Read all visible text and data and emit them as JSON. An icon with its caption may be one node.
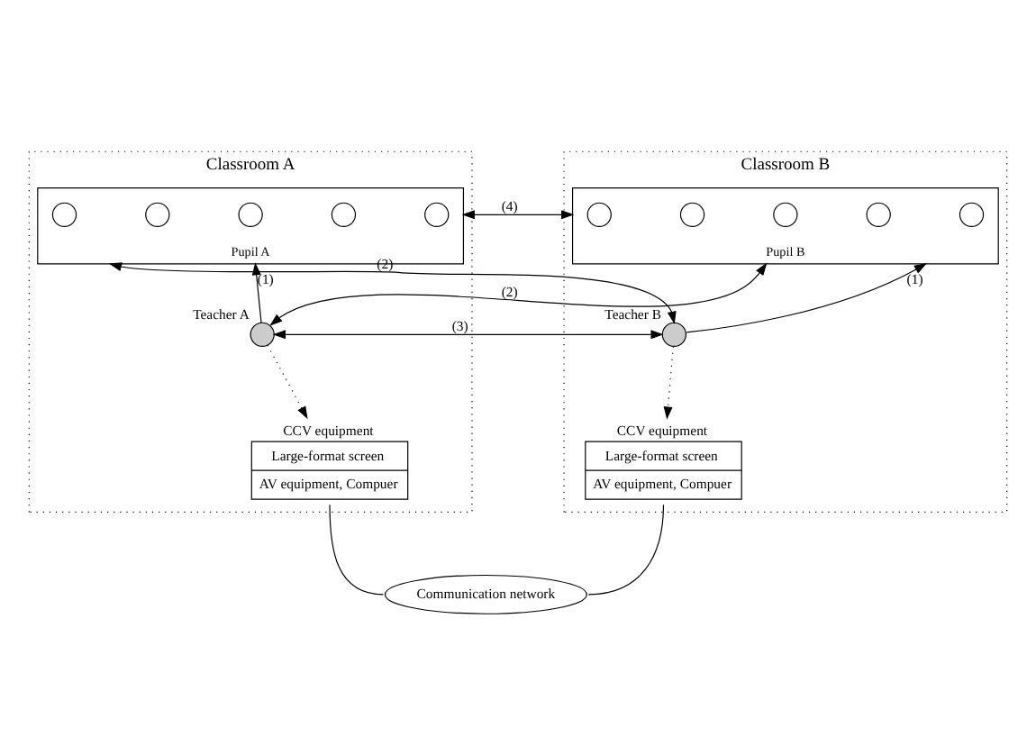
{
  "diagram": {
    "nodes": [
      {
        "text": [
          "Classroom A"
        ]
      },
      {
        "text": [
          "Pupil A"
        ],
        "in": 0
      },
      {
        "text": [],
        "shape": "circle",
        "in": 1
      },
      {
        "text": [],
        "shape": "circle",
        "in": 1
      },
      {
        "text": [],
        "shape": "circle",
        "in": 1
      },
      {
        "text": [],
        "shape": "circle",
        "in": 1
      },
      {
        "text": [],
        "shape": "circle",
        "in": 1
      },
      {
        "text": [],
        "shape": "circle",
        "beside": [
          "Teacher A"
        ],
        "in": 0
      },
      {
        "text": [
          "CCV equipment",
          "Large-format screen",
          "AV equipment, Compuer"
        ],
        "in": 0
      },
      {
        "text": [
          "Classroom B"
        ]
      },
      {
        "text": [
          "Pupil B"
        ],
        "in": 9
      },
      {
        "text": [],
        "shape": "circle",
        "in": 10
      },
      {
        "text": [],
        "shape": "circle",
        "in": 10
      },
      {
        "text": [],
        "shape": "circle",
        "in": 10
      },
      {
        "text": [],
        "shape": "circle",
        "in": 10
      },
      {
        "text": [],
        "shape": "circle",
        "in": 10
      },
      {
        "text": [],
        "shape": "circle",
        "beside": [
          "Teacher B"
        ],
        "in": 9
      },
      {
        "text": [
          "CCV equipment",
          "Large-format screen",
          "AV equipment, Compuer"
        ],
        "in": 9
      },
      {
        "text": [
          "Communication network"
        ]
      }
    ],
    "edges": [
      {
        "from": 7,
        "to": 1,
        "arrow": "to",
        "label": "(1)"
      },
      {
        "from": 7,
        "to": 10,
        "arrow": "both",
        "label": "(2)"
      },
      {
        "from": 16,
        "to": 1,
        "arrow": "both",
        "label": "(2)"
      },
      {
        "from": 7,
        "to": 16,
        "arrow": "both",
        "label": "(3)"
      },
      {
        "from": 1,
        "to": 10,
        "arrow": "both",
        "label": "(4)"
      },
      {
        "from": 16,
        "to": 10,
        "arrow": "to",
        "label": "(1)"
      },
      {
        "from": 7,
        "to": 8,
        "arrow": "to",
        "style": "dashed"
      },
      {
        "from": 16,
        "to": 17,
        "arrow": "to",
        "style": "dashed"
      },
      {
        "from": 8,
        "to": 18,
        "arrow": "none"
      },
      {
        "from": 18,
        "to": 17,
        "arrow": "none"
      }
    ]
  }
}
